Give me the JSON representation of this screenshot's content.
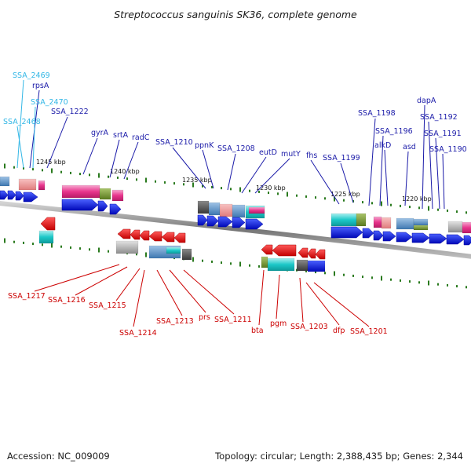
{
  "title": "Streptococcus sanguinis SK36, complete genome",
  "footer": {
    "accession": "Accession: NC_009009",
    "summary": "Topology: circular; Length: 2,388,435 bp; Genes: 2,344"
  },
  "colors": {
    "forward_label": "#1a1aa8",
    "reverse_label": "#cc0000",
    "rna_label": "#33b7e6",
    "forward_arrow": "#0a14e6",
    "reverse_arrow": "#ee1111",
    "backbone": "#8c8c8c",
    "tick": "#2a7a1e"
  },
  "ticks": [
    "1245 kbp",
    "1240 kbp",
    "1235 kbp",
    "1230 kbp",
    "1225 kbp",
    "1220 kbp"
  ],
  "forward_labels": [
    {
      "text": "SSA_2469",
      "kind": "rna"
    },
    {
      "text": "rpsA",
      "kind": "cds"
    },
    {
      "text": "SSA_2470",
      "kind": "rna"
    },
    {
      "text": "SSA_2468",
      "kind": "rna"
    },
    {
      "text": "SSA_1222",
      "kind": "cds"
    },
    {
      "text": "gyrA",
      "kind": "cds"
    },
    {
      "text": "srtA",
      "kind": "cds"
    },
    {
      "text": "radC",
      "kind": "cds"
    },
    {
      "text": "SSA_1210",
      "kind": "cds"
    },
    {
      "text": "ppnK",
      "kind": "cds"
    },
    {
      "text": "SSA_1208",
      "kind": "cds"
    },
    {
      "text": "eutD",
      "kind": "cds"
    },
    {
      "text": "mutY",
      "kind": "cds"
    },
    {
      "text": "fhs",
      "kind": "cds"
    },
    {
      "text": "SSA_1199",
      "kind": "cds"
    },
    {
      "text": "SSA_1198",
      "kind": "cds"
    },
    {
      "text": "SSA_1196",
      "kind": "cds"
    },
    {
      "text": "alkD",
      "kind": "cds"
    },
    {
      "text": "asd",
      "kind": "cds"
    },
    {
      "text": "dapA",
      "kind": "cds"
    },
    {
      "text": "SSA_1192",
      "kind": "cds"
    },
    {
      "text": "SSA_1191",
      "kind": "cds"
    },
    {
      "text": "SSA_1190",
      "kind": "cds"
    }
  ],
  "reverse_labels": [
    "SSA_1217",
    "SSA_1216",
    "SSA_1215",
    "SSA_1214",
    "SSA_1213",
    "prs",
    "SSA_1211",
    "bta",
    "pgm",
    "SSA_1203",
    "dfp",
    "SSA_1201"
  ]
}
